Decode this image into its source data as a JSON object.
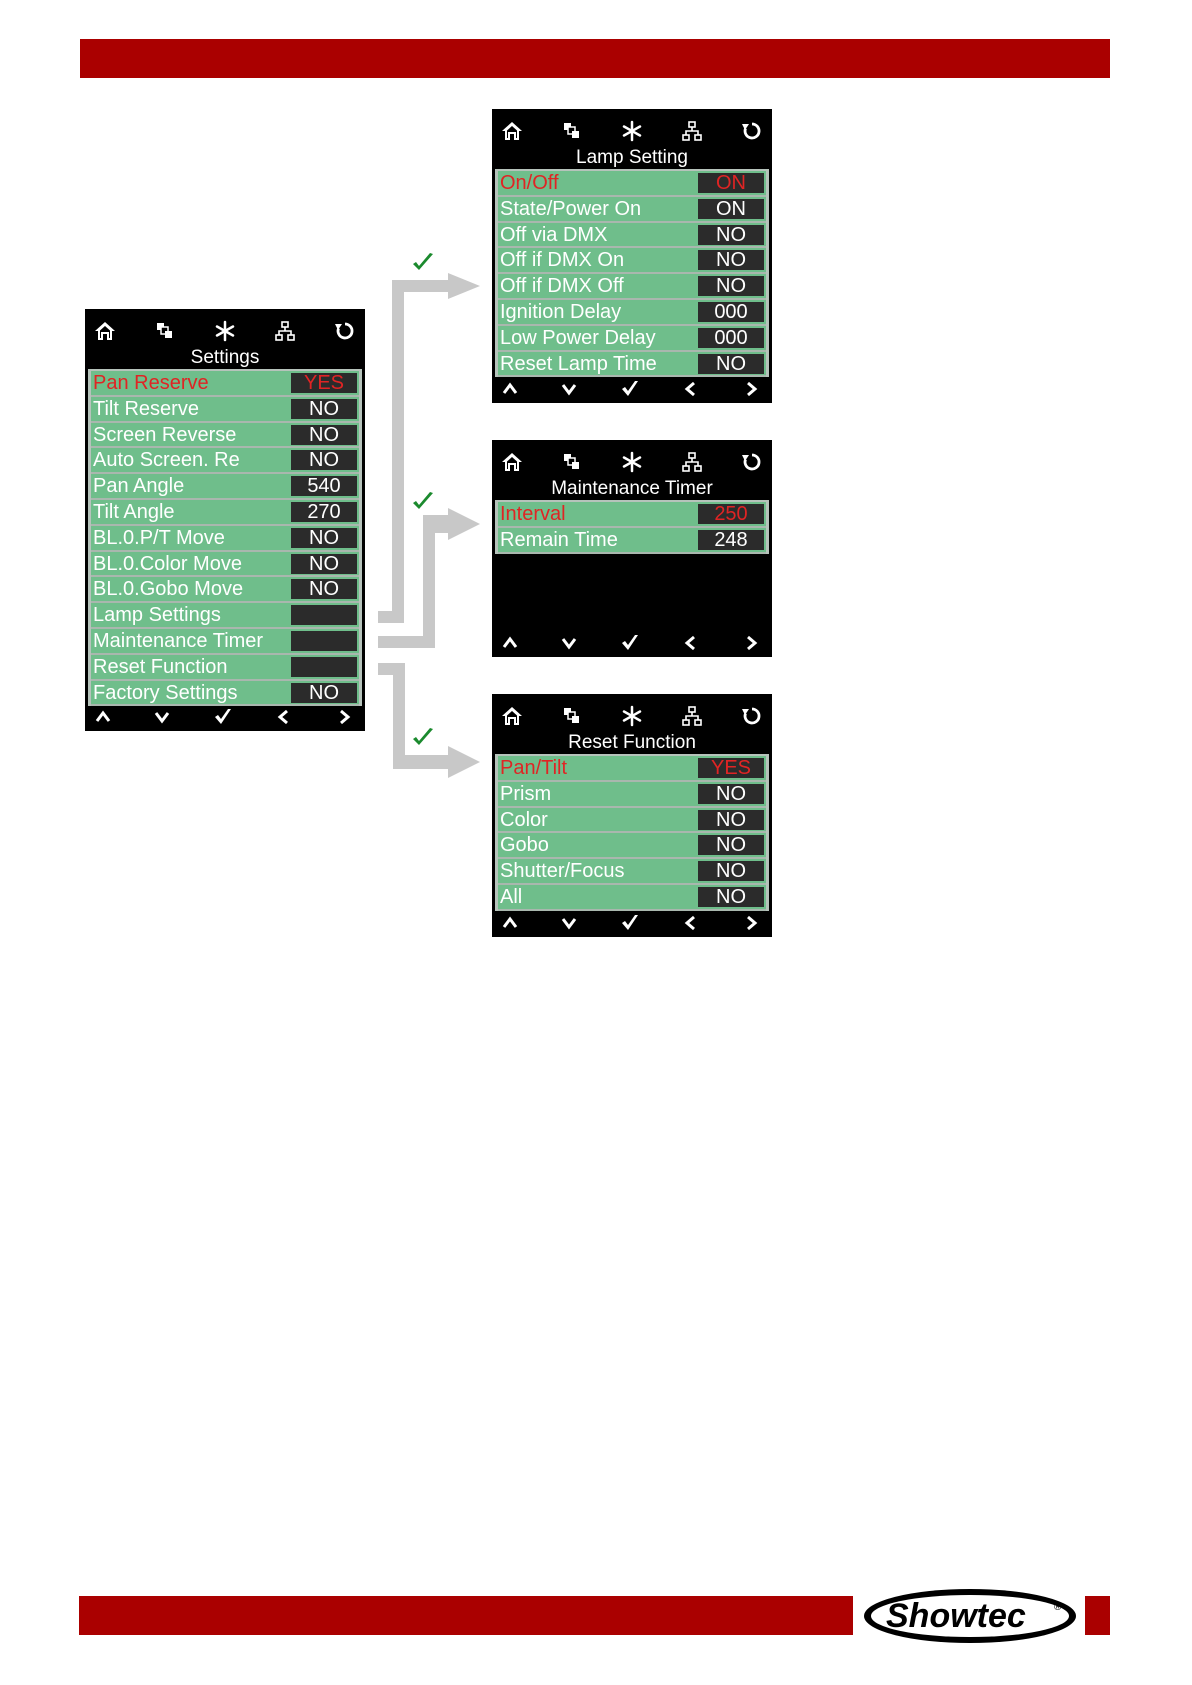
{
  "colors": {
    "brand_red": "#aa0000",
    "row_green": "#6fbe8b",
    "selected_text": "#e02424",
    "arrow_gray": "#c8c8c8",
    "check_green": "#1b8a2e"
  },
  "header_icons": [
    "home-icon",
    "layers-icon",
    "asterisk-icon",
    "network-icon",
    "refresh-icon"
  ],
  "nav_icons": [
    "up-chevron-icon",
    "down-chevron-icon",
    "check-icon",
    "left-chevron-icon",
    "right-chevron-icon"
  ],
  "settings": {
    "title": "Settings",
    "rows": [
      {
        "label": "Pan Reserve",
        "value": "YES",
        "selected": true
      },
      {
        "label": "Tilt Reserve",
        "value": "NO"
      },
      {
        "label": "Screen Reverse",
        "value": "NO"
      },
      {
        "label": "Auto Screen. Re",
        "value": "NO"
      },
      {
        "label": "Pan Angle",
        "value": "540"
      },
      {
        "label": "Tilt Angle",
        "value": "270"
      },
      {
        "label": "BL.0.P/T Move",
        "value": "NO"
      },
      {
        "label": "BL.0.Color Move",
        "value": "NO"
      },
      {
        "label": "BL.0.Gobo Move",
        "value": "NO"
      },
      {
        "label": "Lamp Settings",
        "value": ""
      },
      {
        "label": "Maintenance Timer",
        "value": ""
      },
      {
        "label": "Reset Function",
        "value": ""
      },
      {
        "label": "Factory Settings",
        "value": "NO"
      }
    ]
  },
  "lamp": {
    "title": "Lamp Setting",
    "rows": [
      {
        "label": "On/Off",
        "value": "ON",
        "selected": true
      },
      {
        "label": "State/Power On",
        "value": "ON"
      },
      {
        "label": "Off via DMX",
        "value": "NO"
      },
      {
        "label": "Off if DMX On",
        "value": "NO"
      },
      {
        "label": "Off if DMX Off",
        "value": "NO"
      },
      {
        "label": "Ignition Delay",
        "value": "000"
      },
      {
        "label": "Low Power Delay",
        "value": "000"
      },
      {
        "label": "Reset Lamp Time",
        "value": "NO"
      }
    ]
  },
  "maintenance": {
    "title": "Maintenance Timer",
    "rows": [
      {
        "label": "Interval",
        "value": "250",
        "selected": true
      },
      {
        "label": "Remain Time",
        "value": "248"
      }
    ]
  },
  "reset": {
    "title": "Reset Function",
    "rows": [
      {
        "label": "Pan/Tilt",
        "value": "YES",
        "selected": true
      },
      {
        "label": "Prism",
        "value": "NO"
      },
      {
        "label": "Color",
        "value": "NO"
      },
      {
        "label": "Gobo",
        "value": "NO"
      },
      {
        "label": "Shutter/Focus",
        "value": "NO"
      },
      {
        "label": "All",
        "value": "NO"
      }
    ]
  },
  "logo": {
    "text": "Showtec",
    "mark": "®"
  }
}
